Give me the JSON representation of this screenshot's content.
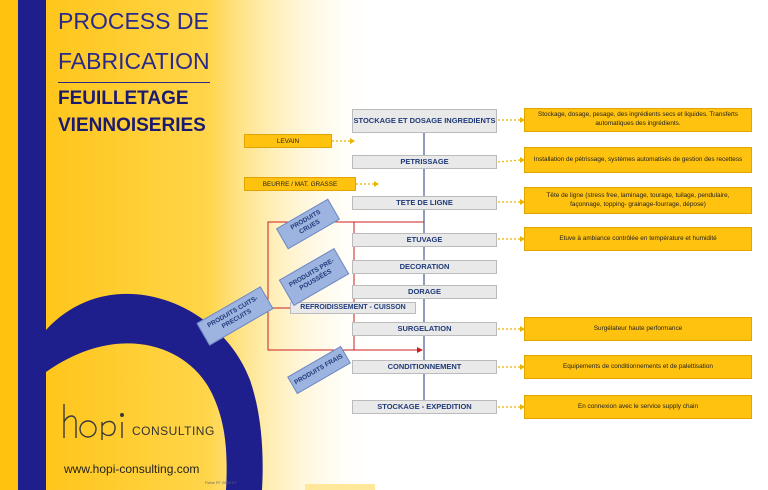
{
  "title": {
    "line1": "PROCESS DE",
    "line2": "FABRICATION",
    "subtitle1": "FEUILLETAGE",
    "subtitle2": "VIENNOISERIES"
  },
  "steps": [
    "STOCKAGE ET DOSAGE INGREDIENTS",
    "PETRISSAGE",
    "TETE DE LIGNE",
    "ETUVAGE",
    "DECORATION",
    "DORAGE",
    "REFROIDISSEMENT - CUISSON",
    "SURGELATION",
    "CONDITIONNEMENT",
    "STOCKAGE - EXPEDITION"
  ],
  "notes": [
    "Stockage, dosage, pesage, des ingrédients secs et liquides. Transferts automatiques des ingrédients.",
    "Installation de pétrissage, systèmes automatisés de gestion des recettess",
    "Tête de ligne (stress free, laminage, tourage, tuilage, pendulaire, façonnage, topping- grainage-fourrage, dépose)",
    "Etuve à ambiance contrôlée en température et humidité",
    "Surgélateur haute performance",
    "Equipements de conditionnements et de palettisation",
    "En connexion avec le service supply chain"
  ],
  "inputs": [
    "LEVAIN",
    "BEURRE / MAT. GRASSE"
  ],
  "tags": [
    "PRODUITS CRUES",
    "PRODUITS PRE-POUSSÉES",
    "PRODUITS CUITS-PRECUITS",
    "PRODUITS FRAIS"
  ],
  "brand": {
    "logo_text": "CONSULTING",
    "url": "www.hopi-consulting.com",
    "footer": "Fiche FF 2019 V7"
  },
  "colors": {
    "navy": "#1e1e8c",
    "yellow": "#ffc20e",
    "step_text": "#1f3a78",
    "arrow_red": "#cc1f1f",
    "tag_blue": "#9db4e0"
  }
}
